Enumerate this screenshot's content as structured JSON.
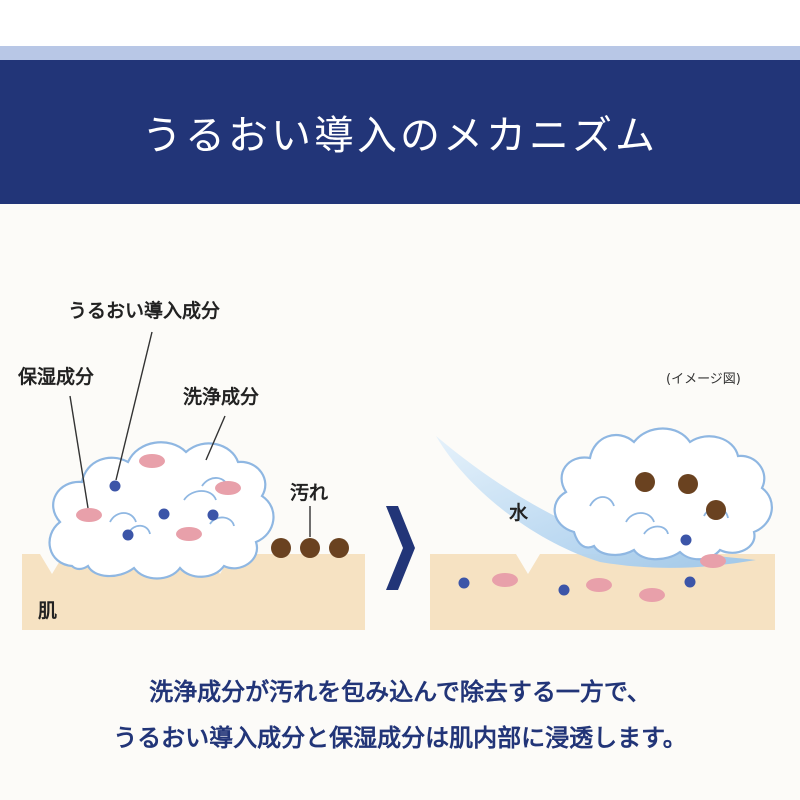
{
  "header": {
    "title": "うるおい導入のメカニズム"
  },
  "diagram": {
    "labels": {
      "moisture_ingredient": "うるおい導入成分",
      "humectant": "保湿成分",
      "cleansing": "洗浄成分",
      "dirt": "汚れ",
      "skin": "肌",
      "water": "水",
      "image_note": "(イメージ図)"
    }
  },
  "caption": {
    "line1": "洗浄成分が汚れを包み込んで除去する一方で、",
    "line2": "うるおい導入成分と保湿成分は肌内部に浸透します。"
  },
  "colors": {
    "header_bg": "#223578",
    "light_band": "#b8c7e6",
    "skin": "#f6e2c2",
    "foam_fill": "#ffffff",
    "foam_stroke": "#8fb7e2",
    "humectant_dot": "#e8a0aa",
    "moisture_dot": "#3c55a8",
    "dirt_dot": "#6a4220",
    "arrow": "#223578"
  }
}
